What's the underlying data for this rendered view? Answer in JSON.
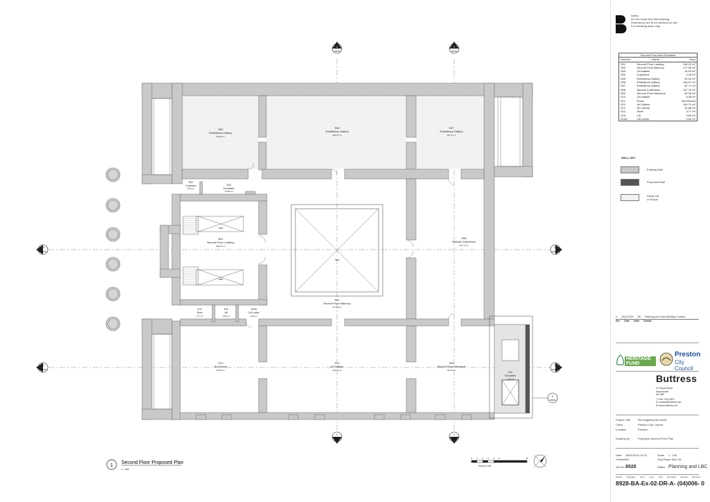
{
  "notes": {
    "heading": "Notes",
    "line1": "Do Not Scale from this drawing.",
    "line2": "Dimensions are to be checked on site.",
    "line3": "For checking issue only."
  },
  "schedule": {
    "title": "Second Floor Area Schedule",
    "headers": [
      "Number",
      "Name",
      "Area"
    ],
    "rows": [
      [
        "S01",
        "Second Floor Landing",
        "106.22 m²"
      ],
      [
        "S02",
        "Second Floor Balcony",
        "177.53 m²"
      ],
      [
        "S03",
        "Circulation",
        "14.93 m²"
      ],
      [
        "S04",
        "Cupboard",
        "4.16 m²"
      ],
      [
        "S05",
        "Exhibitions Gallery",
        "92.02 m²"
      ],
      [
        "S06",
        "Exhibitions Gallery",
        "146.07 m²"
      ],
      [
        "S07",
        "Exhibitions Gallery",
        "82.71 m²"
      ],
      [
        "S08",
        "Special Collections",
        "147.70 m²"
      ],
      [
        "S09",
        "Second Floor Welcome",
        "84.29 m²"
      ],
      [
        "S10",
        "Circulation",
        "6.35 m²"
      ],
      [
        "S11",
        "Room",
        "Not Placed"
      ],
      [
        "S12",
        "Art Gallery",
        "149.74 m²"
      ],
      [
        "S13",
        "Art Library",
        "92.66 m²"
      ],
      [
        "S14",
        "Store",
        "3.77 m²"
      ],
      [
        "S15",
        "Lift",
        "3.69 m²"
      ],
      [
        "S15A",
        "Lift Lobby",
        "4.62 m²"
      ]
    ]
  },
  "wall_key": {
    "title": "WALL KEY",
    "existing": "Existing Wall",
    "proposed": "Proposed Wall",
    "out_of_scope": "Areas out of Scope"
  },
  "revision": {
    "rev": "0",
    "date": "15/01/2024",
    "by": "SK",
    "description": "Planning and Listed Building Consent",
    "headers": [
      "Rev",
      "Date",
      "Initls",
      "Details"
    ]
  },
  "sponsors": {
    "heritage": "HERITAGE FUND",
    "preston_1": "Preston",
    "preston_2": "City Council"
  },
  "company": {
    "name": "Buttress",
    "address1": "41 Royal Street",
    "address2": "Manchester",
    "address3": "M4 6NF",
    "phone": "T 0161 236 3303",
    "email": "E contact@buttress.net",
    "web": "W www.buttress.net"
  },
  "project": {
    "title_label": "Project Title",
    "title": "Re-imagining the Harris",
    "client_label": "Client",
    "client": "Preston City Council",
    "location_label": "Location",
    "location": "Preston",
    "drawing_label": "Drawing ref",
    "drawing": "Proposed Second Floor Plan",
    "date_label": "Date",
    "date": "15/01/2024 14:12",
    "scale_label": "Scale",
    "scale": "1 : 100",
    "checker_label": "Checker",
    "checker": "NC",
    "paper_label": "Orig Paper Size",
    "paper": "A1",
    "job_label": "Job No",
    "job": "8928",
    "status_label": "Status",
    "status": "Planning and LBC",
    "code_headers": [
      "Project",
      "Originator",
      "Zone",
      "Level",
      "Type",
      "Discipline",
      "Number",
      "Revision"
    ],
    "drawing_number": "8928-BA-Ex-02-DR-A- (04)006- 0"
  },
  "plan_title": {
    "number": "1",
    "title": "Second Floor Proposed Plan",
    "scale": "1 : 100"
  },
  "scale_bar": {
    "label": "SCALE 1:100",
    "ticks": [
      "0",
      "1",
      "2",
      "3",
      "4",
      "5",
      "10"
    ]
  },
  "rooms": {
    "s01": {
      "number": "S01",
      "name": "Second Floor Landing",
      "area": "106.22 m²"
    },
    "s02": {
      "number": "S02",
      "name": "Second Floor Balcony",
      "area": "177.53 m²"
    },
    "s03": {
      "number": "S03",
      "name": "Circulation",
      "area": "14.93 m²"
    },
    "s04": {
      "number": "S04",
      "name": "Cupboard",
      "area": "4.16 m²"
    },
    "s05": {
      "number": "S05",
      "name": "Exhibitions Gallery",
      "area": "92.02 m²"
    },
    "s06": {
      "number": "S06",
      "name": "Exhibitions Gallery",
      "area": "146.07 m²"
    },
    "s07": {
      "number": "S07",
      "name": "Exhibitions Gallery",
      "area": "82.71 m²"
    },
    "s08": {
      "number": "S08",
      "name": "Special Collections",
      "area": "147.70 m²"
    },
    "s09": {
      "number": "S09",
      "name": "Second Floor Welcome",
      "area": "84.29 m²"
    },
    "s10": {
      "number": "S10",
      "name": "Circulation",
      "area": "6.35 m²"
    },
    "s12": {
      "number": "S12",
      "name": "Art Gallery",
      "area": "149.74 m²"
    },
    "s13": {
      "number": "S13",
      "name": "Art Library",
      "area": "92.66 m²"
    },
    "s14": {
      "number": "S14",
      "name": "Store",
      "area": "3.77 m²"
    },
    "s15": {
      "number": "S15",
      "name": "Lift",
      "area": "3.69 m²"
    },
    "s15a": {
      "number": "S15A",
      "name": "Lift Lobby",
      "area": "4.62 m²"
    },
    "void": "Void"
  },
  "section_markers": {
    "a_num": "1",
    "a_ref": "D4002",
    "b_num": "1",
    "b_ref": "D4003",
    "c_num": "1",
    "c_ref": "D4001",
    "d_num": "2",
    "d_ref": "D4004"
  },
  "colors": {
    "existing_wall": "#c9c9c9",
    "proposed_wall": "#555555",
    "out_of_scope": "#f2f2f2"
  }
}
